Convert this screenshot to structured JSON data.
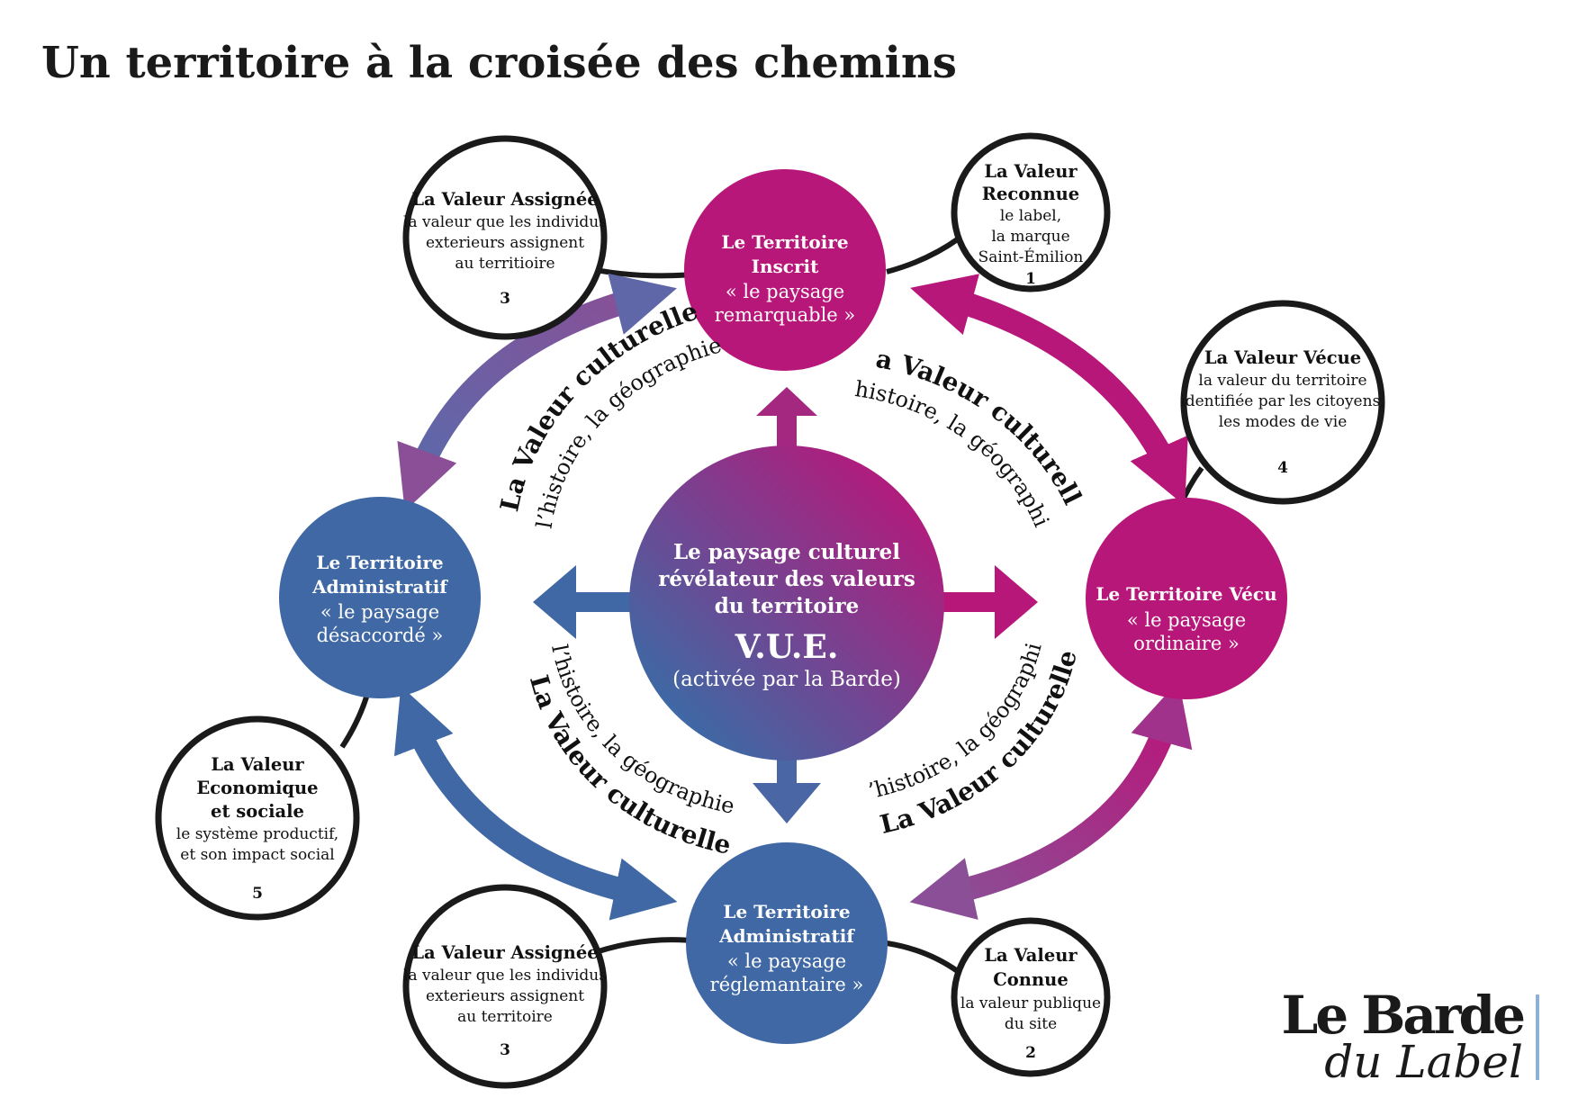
{
  "title": "Un territoire à la croisée des chemins",
  "colors": {
    "magenta": "#b8177a",
    "blue": "#3f68a4",
    "purple": "#7a5ea0",
    "dark": "#1a1a1a"
  },
  "center": {
    "line1": "Le paysage culturel",
    "line2": "révélateur des valeurs",
    "line3": "du territoire",
    "vue": "V.U.E.",
    "activated": "(activée par la Barde)"
  },
  "territories": {
    "inscrit": {
      "name1": "Le Territoire",
      "name2": "Inscrit",
      "desc1": "« le paysage",
      "desc2": "remarquable »"
    },
    "vecu": {
      "name1": "Le Territoire Vécu",
      "desc1": "« le paysage",
      "desc2": "ordinaire »"
    },
    "administratif_left": {
      "name1": "Le Territoire",
      "name2": "Administratif",
      "desc1": "« le paysage",
      "desc2": "désaccordé »"
    },
    "administratif_bottom": {
      "name1": "Le Territoire",
      "name2": "Administratif",
      "desc1": "« le paysage",
      "desc2": "réglemantaire »"
    }
  },
  "values": {
    "assignee_top": {
      "title1": "La Valeur Assignée",
      "desc1": "la valeur que les individus",
      "desc2": "exterieurs assignent",
      "desc3": "au territioire",
      "number": "3"
    },
    "reconnue": {
      "title1": "La Valeur",
      "title2": "Reconnue",
      "desc1": "le label,",
      "desc2": "la marque",
      "desc3": "Saint-Émilion",
      "number": "1"
    },
    "vecue": {
      "title1": "La Valeur Vécue",
      "desc1": "la valeur du territoire",
      "desc2": "identifiée par les citoyens,",
      "desc3": "les modes de vie",
      "number": "4"
    },
    "economique": {
      "title1": "La Valeur",
      "title2": "Economique",
      "title3": "et sociale",
      "desc1": "le système productif,",
      "desc2": "et son impact social",
      "number": "5"
    },
    "assignee_bottom": {
      "title1": "La Valeur Assignée",
      "desc1": "la valeur que les individus",
      "desc2": "exterieurs assignent",
      "desc3": "au territoire",
      "number": "3"
    },
    "connue": {
      "title1": "La Valeur",
      "title2": "Connue",
      "desc1": "la valeur publique",
      "desc2": "du site",
      "number": "2"
    }
  },
  "arc_labels": {
    "main": "La Valeur culturelle",
    "sub": "l’histoire, la géographie"
  },
  "logo": {
    "line1": "Le Barde",
    "line2": "du Label"
  }
}
